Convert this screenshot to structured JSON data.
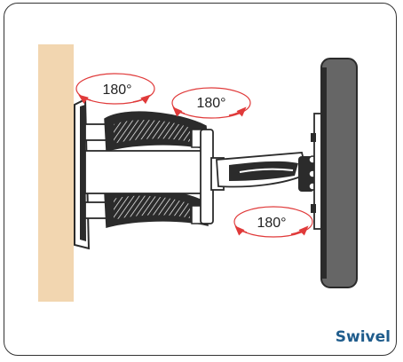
{
  "diagram": {
    "caption": "Swivel",
    "rotation_labels": [
      "180°",
      "180°",
      "180°"
    ]
  },
  "colors": {
    "wall": "#f2d6b0",
    "arrow": "#e03a3a",
    "caption": "#1f5c8c",
    "metal": "#2b2b2b",
    "screen": "#666666"
  }
}
